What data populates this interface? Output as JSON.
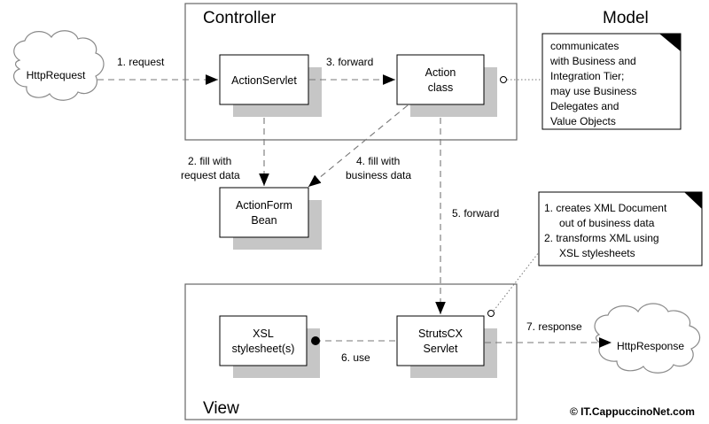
{
  "regions": {
    "controller": "Controller",
    "model": "Model",
    "view": "View"
  },
  "nodes": {
    "http_request": "HttpRequest",
    "http_response": "HttpResponse",
    "action_servlet": "ActionServlet",
    "action_class": [
      "Action",
      "class"
    ],
    "action_form_bean": [
      "ActionForm",
      "Bean"
    ],
    "xsl_stylesheet": [
      "XSL",
      "stylesheet(s)"
    ],
    "strutscx_servlet": [
      "StrutsCX",
      "Servlet"
    ]
  },
  "edges": {
    "request": "1. request",
    "fill_request": [
      "2. fill with",
      "request data"
    ],
    "forward_action": "3. forward",
    "fill_business": [
      "4. fill with",
      "business data"
    ],
    "forward_view": "5. forward",
    "use": "6. use",
    "response": "7. response"
  },
  "notes": {
    "model_note": [
      "communicates",
      "with Business and",
      "Integration Tier;",
      "may use Business",
      "Delegates and",
      "Value Objects"
    ],
    "view_note": [
      "1. creates XML Document",
      "out of business data",
      "2. transforms XML using",
      "XSL stylesheets"
    ]
  },
  "copyright": "© IT.CappuccinoNet.com"
}
